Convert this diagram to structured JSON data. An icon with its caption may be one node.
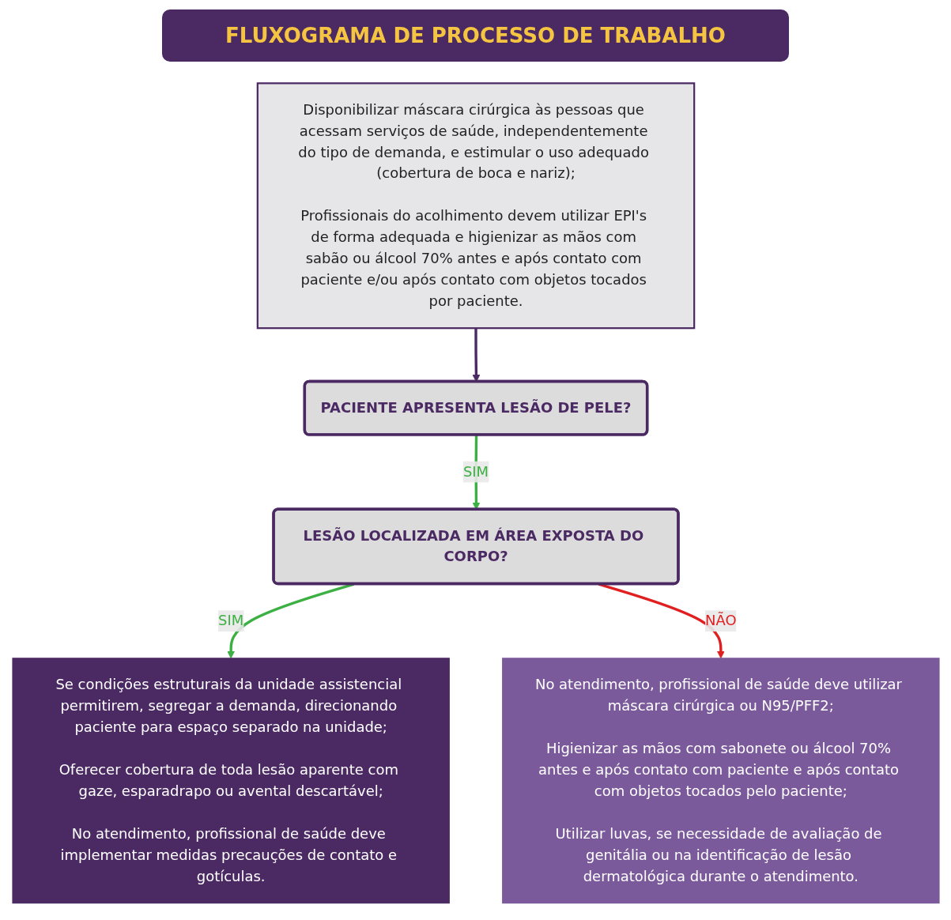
{
  "diagram": {
    "title": "FLUXOGRAMA DE PROCESSO DE TRABALHO",
    "nodes": [
      {
        "text": [
          "Disponibilizar máscara cirúrgica às pessoas que acessam serviços de saúde, independentemente do tipo de demanda, e estimular o uso adequado (cobertura de boca e nariz);",
          "Profissionais do acolhimento devem utilizar EPI's de forma adequada e higienizar as mãos com sabão ou álcool 70% antes e após contato com paciente e/ou após contato com objetos tocados por paciente."
        ]
      },
      {
        "text": [
          "PACIENTE APRESENTA LESÃO DE PELE?"
        ]
      },
      {
        "text": [
          "LESÃO LOCALIZADA EM ÁREA EXPOSTA DO CORPO?"
        ]
      },
      {
        "text": [
          "Se condições estruturais da unidade assistencial permitirem, segregar a demanda, direcionando paciente para espaço separado na unidade;",
          "Oferecer cobertura de toda lesão aparente com gaze, esparadrapo ou avental descartável;",
          "No atendimento, profissional de saúde deve implementar medidas precauções de contato e gotículas."
        ]
      },
      {
        "text": [
          "No atendimento, profissional de saúde deve utilizar máscara cirúrgica ou N95/PFF2;",
          "Higienizar as mãos com sabonete ou álcool 70% antes e após contato com paciente e após contato com objetos tocados pelo paciente;",
          "Utilizar luvas, se necessidade de avaliação de genitália ou na identificação de lesão dermatológica durante o atendimento."
        ]
      }
    ],
    "edges": [
      {
        "from": 0,
        "to": 1,
        "arrow": "to",
        "color": "#4b2a63"
      },
      {
        "from": 1,
        "to": 2,
        "arrow": "to",
        "label": "SIM",
        "color": "#3cb043"
      },
      {
        "from": 2,
        "to": 3,
        "arrow": "to",
        "label": "SIM",
        "color": "#3cb043"
      },
      {
        "from": 2,
        "to": 4,
        "arrow": "to",
        "label": "NÃO",
        "color": "#e02020"
      }
    ]
  }
}
